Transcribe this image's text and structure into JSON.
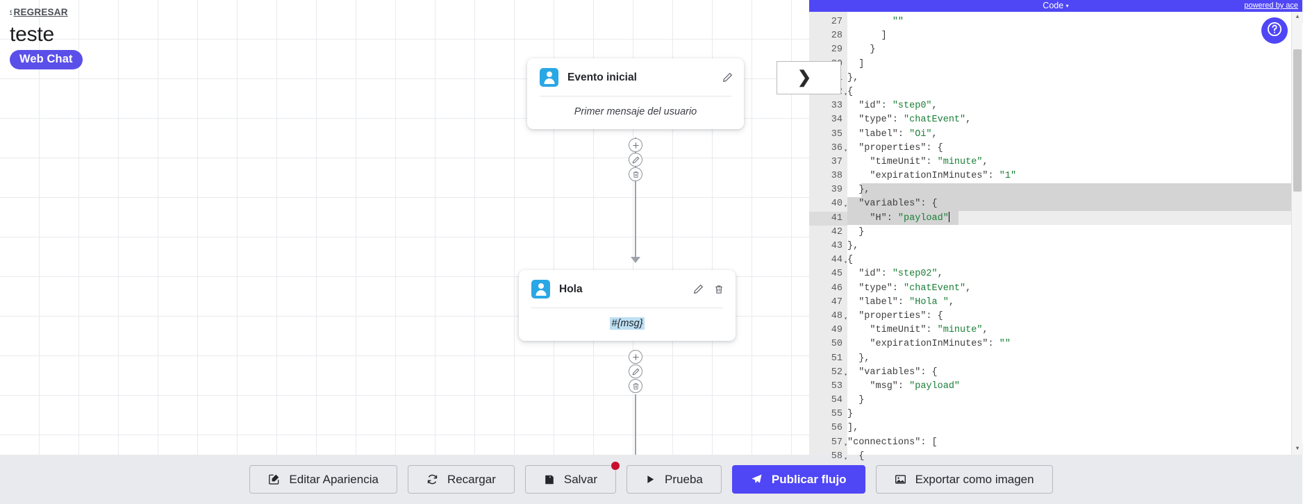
{
  "header": {
    "back_label": "REGRESAR",
    "back_chevron": "‹",
    "title": "teste",
    "badge": "Web Chat",
    "badge_color": "#5b4fe9"
  },
  "canvas": {
    "nodes": [
      {
        "avatar_icon": "person-icon",
        "title": "Evento inicial",
        "body_text": "Primer mensaje del usuario",
        "body_is_variable": false,
        "has_edit": true,
        "has_delete": false
      },
      {
        "avatar_icon": "person-icon",
        "title": "Hola",
        "body_text": "#{msg}",
        "body_is_variable": true,
        "has_edit": true,
        "has_delete": true
      }
    ],
    "tool_icons": [
      "plus-icon",
      "pencil-icon",
      "trash-icon"
    ]
  },
  "code_panel": {
    "title": "Code",
    "caret": "▾",
    "powered_by": "powered by ace",
    "accent_color": "#4f46f5",
    "first_line_number": 27,
    "lines": [
      {
        "n": 27,
        "text": "        \"\"",
        "fold": false
      },
      {
        "n": 28,
        "text": "      ]",
        "fold": false
      },
      {
        "n": 29,
        "text": "    }",
        "fold": false
      },
      {
        "n": 30,
        "text": "  ]",
        "fold": false
      },
      {
        "n": 31,
        "text": "},",
        "fold": false
      },
      {
        "n": 32,
        "text": "{",
        "fold": true
      },
      {
        "n": 33,
        "text": "  \"id\": \"step0\",",
        "fold": false
      },
      {
        "n": 34,
        "text": "  \"type\": \"chatEvent\",",
        "fold": false
      },
      {
        "n": 35,
        "text": "  \"label\": \"Oi\",",
        "fold": false
      },
      {
        "n": 36,
        "text": "  \"properties\": {",
        "fold": true
      },
      {
        "n": 37,
        "text": "    \"timeUnit\": \"minute\",",
        "fold": false
      },
      {
        "n": 38,
        "text": "    \"expirationInMinutes\": \"1\"",
        "fold": false
      },
      {
        "n": 39,
        "text": "  },",
        "fold": false
      },
      {
        "n": 40,
        "text": "  \"variables\": {",
        "fold": true
      },
      {
        "n": 41,
        "text": "    \"H\": \"payload\"",
        "fold": false
      },
      {
        "n": 42,
        "text": "  }",
        "fold": false
      },
      {
        "n": 43,
        "text": "},",
        "fold": false
      },
      {
        "n": 44,
        "text": "{",
        "fold": true
      },
      {
        "n": 45,
        "text": "  \"id\": \"step02\",",
        "fold": false
      },
      {
        "n": 46,
        "text": "  \"type\": \"chatEvent\",",
        "fold": false
      },
      {
        "n": 47,
        "text": "  \"label\": \"Hola \",",
        "fold": false
      },
      {
        "n": 48,
        "text": "  \"properties\": {",
        "fold": true
      },
      {
        "n": 49,
        "text": "    \"timeUnit\": \"minute\",",
        "fold": false
      },
      {
        "n": 50,
        "text": "    \"expirationInMinutes\": \"\"",
        "fold": false
      },
      {
        "n": 51,
        "text": "  },",
        "fold": false
      },
      {
        "n": 52,
        "text": "  \"variables\": {",
        "fold": true
      },
      {
        "n": 53,
        "text": "    \"msg\": \"payload\"",
        "fold": false
      },
      {
        "n": 54,
        "text": "  }",
        "fold": false
      },
      {
        "n": 55,
        "text": "}",
        "fold": false
      },
      {
        "n": 56,
        "text": "],",
        "fold": false
      },
      {
        "n": 57,
        "text": "\"connections\": [",
        "fold": true
      },
      {
        "n": 58,
        "text": "  {",
        "fold": true
      }
    ],
    "active_line": 41,
    "selected_lines": [
      39,
      40,
      41
    ]
  },
  "toolbar": {
    "buttons": [
      {
        "label": "Editar Apariencia",
        "icon": "edit-square-icon",
        "primary": false,
        "badge": false
      },
      {
        "label": "Recargar",
        "icon": "refresh-icon",
        "primary": false,
        "badge": false
      },
      {
        "label": "Salvar",
        "icon": "save-disk-icon",
        "primary": false,
        "badge": true
      },
      {
        "label": "Prueba",
        "icon": "play-icon",
        "primary": false,
        "badge": false
      },
      {
        "label": "Publicar flujo",
        "icon": "rocket-icon",
        "primary": true,
        "badge": false
      },
      {
        "label": "Exportar como imagen",
        "icon": "image-icon",
        "primary": false,
        "badge": false
      }
    ],
    "badge_color": "#c8102e",
    "primary_color": "#4f46f5"
  },
  "help": {
    "icon": "question-circle-icon",
    "color": "#4f46f5"
  }
}
